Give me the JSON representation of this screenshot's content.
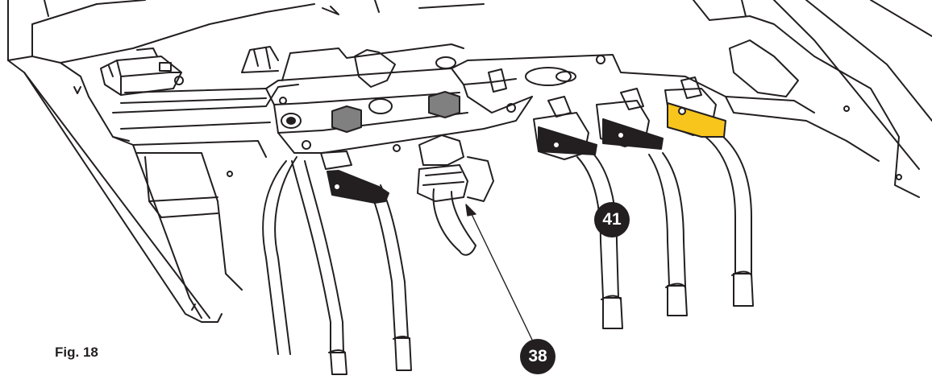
{
  "figure": {
    "caption": "Fig. 18",
    "callouts": [
      {
        "label": "41"
      },
      {
        "label": "38"
      }
    ]
  },
  "colors": {
    "line": "#231f20",
    "valve_handle_dark": "#231f20",
    "valve_handle_highlight": "#f7c51c",
    "knob_grey": "#808080",
    "background": "#ffffff"
  }
}
